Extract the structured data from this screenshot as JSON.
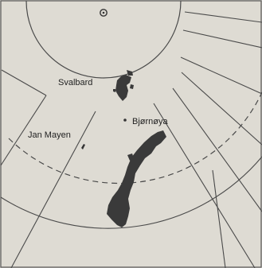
{
  "map": {
    "labels": {
      "svalbard": "Svalbard",
      "jan_mayen": "Jan Mayen",
      "bjornoya": "Bjørnøya"
    },
    "colors": {
      "paper": "#dedbd3",
      "land": "#3a3a3a",
      "grid": "#4a4a4a",
      "text": "#222222"
    },
    "icons": {
      "north_pole": "north-pole-marker-icon"
    }
  }
}
